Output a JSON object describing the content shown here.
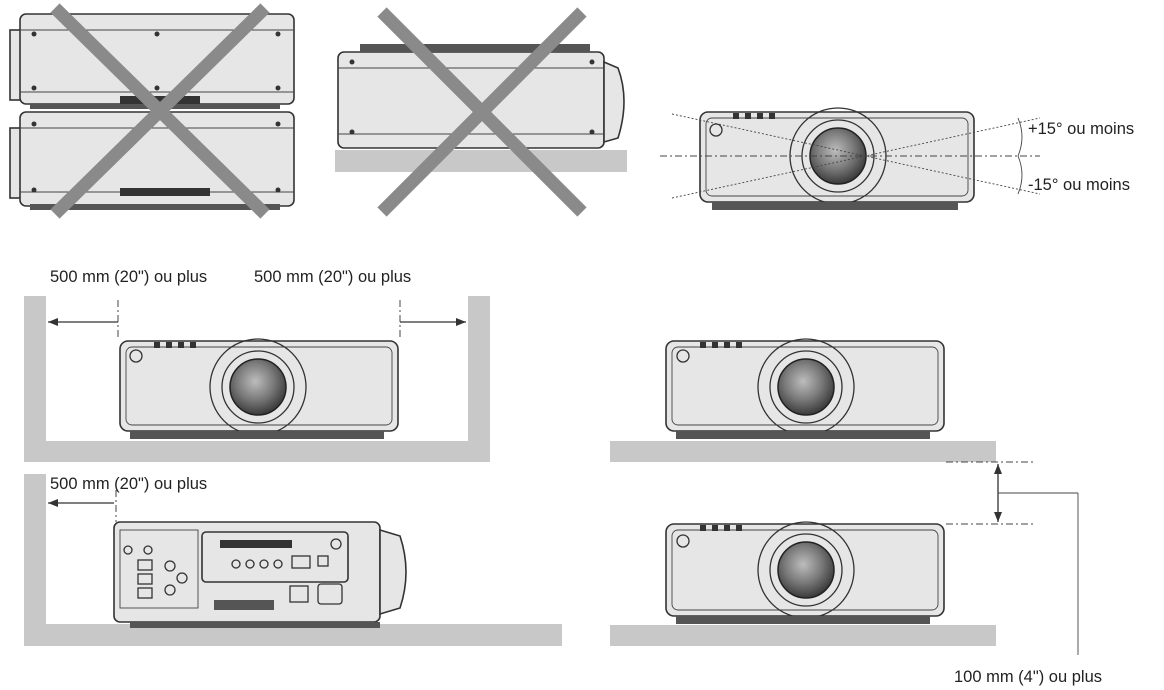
{
  "labels": {
    "tilt_up": "+15° ou moins",
    "tilt_down": "-15° ou moins",
    "side_clearance_left": "500 mm (20\") ou plus",
    "side_clearance_right": "500 mm (20\") ou plus",
    "rear_clearance": "500 mm (20\") ou plus",
    "vertical_clearance": "100 mm (4\") ou plus"
  },
  "colors": {
    "body": "#e6e6e6",
    "outline": "#333333",
    "shelf": "#c8c8c8",
    "cross": "#8a8a8a"
  }
}
